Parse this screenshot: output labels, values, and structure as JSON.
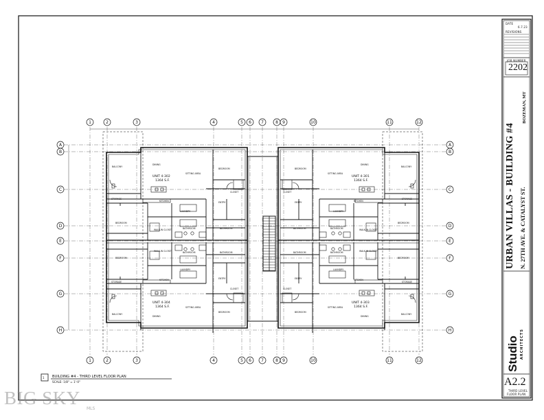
{
  "title_block": {
    "date_label": "DATE",
    "date_value": "6.7.23",
    "revisions_label": "REVISIONS",
    "job_number_label": "JOB NUMBER",
    "job_number": "2202",
    "project_name": "URBAN VILLAS - BUILDING #4",
    "address": "N. 27TH AVE. & CATALYST ST.",
    "city": "BOZEMAN, MT",
    "studio_logo": "Studio",
    "studio_sub": "ARCHITECTS",
    "sheet_number": "A2.2",
    "sheet_desc_1": "THIRD LEVEL",
    "sheet_desc_2": "FLOOR PLAN"
  },
  "plan": {
    "caption_title": "BUILDING #4 - THIRD LEVEL FLOOR PLAN",
    "caption_scale": "SCALE: 1/8\" = 1'-0\"",
    "top_grid_labels": [
      "1",
      "2",
      "3",
      "4",
      "5",
      "6",
      "7",
      "8",
      "9",
      "10",
      "11",
      "12"
    ],
    "side_grid_labels": [
      "A",
      "B",
      "C",
      "D",
      "E",
      "F",
      "G",
      "H"
    ],
    "units": [
      {
        "name": "UNIT 4-302",
        "area": "1364 S.F."
      },
      {
        "name": "UNIT 4-301",
        "area": "1364 S.F."
      },
      {
        "name": "UNIT 4-304",
        "area": "1364 S.F."
      },
      {
        "name": "UNIT 4-303",
        "area": "1364 S.F."
      }
    ],
    "room_labels": {
      "balcony": "BALCONY",
      "dining": "DINING",
      "sitting": "SITTING AREA",
      "bedroom": "BEDROOM",
      "closet": "CLOSET",
      "kitchen": "KITCHEN",
      "storage": "STORAGE",
      "entry": "ENTRY",
      "laundry": "LAUNDRY",
      "bathroom": "BATHROOM",
      "walkin": "WALK-IN CLOSET"
    }
  },
  "watermark": {
    "text": "BIG SKY",
    "sub": "MLS"
  }
}
